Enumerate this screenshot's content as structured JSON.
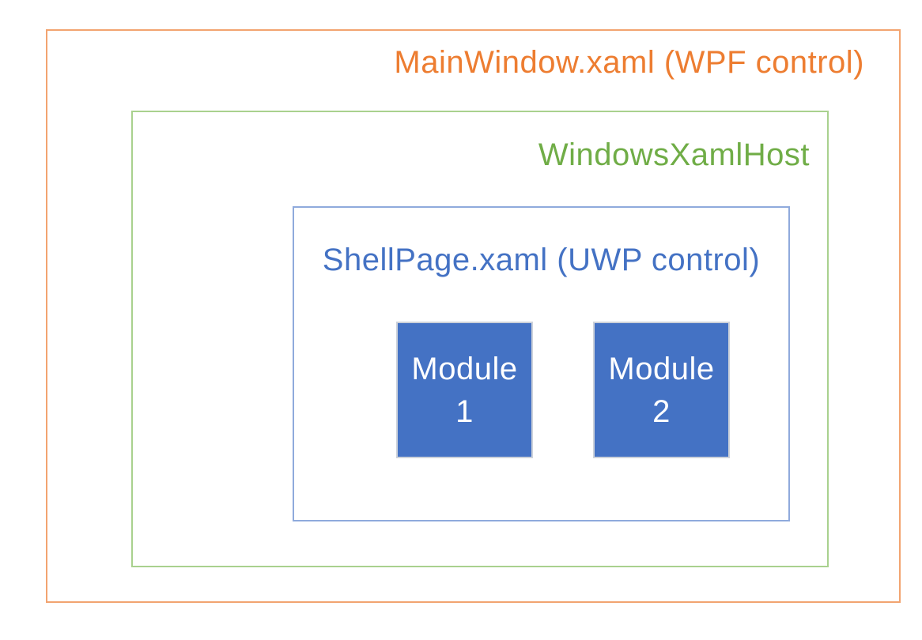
{
  "diagram": {
    "boxes": {
      "mainwindow": {
        "label": "MainWindow.xaml (WPF control)",
        "text_color": "#ED7D31",
        "border_color": "#F2A470"
      },
      "windowsxamlhost": {
        "label": "WindowsXamlHost",
        "text_color": "#70AD47",
        "border_color": "#A9D18E"
      },
      "shellpage": {
        "label": "ShellPage.xaml (UWP control)",
        "text_color": "#4472C4",
        "border_color": "#8FAADC"
      }
    },
    "modules": [
      {
        "line1": "Module",
        "line2": "1"
      },
      {
        "line1": "Module",
        "line2": "2"
      }
    ],
    "module_style": {
      "fill_color": "#4472C4",
      "text_color": "#FFFFFF",
      "border_color": "#CDD2DA"
    }
  }
}
